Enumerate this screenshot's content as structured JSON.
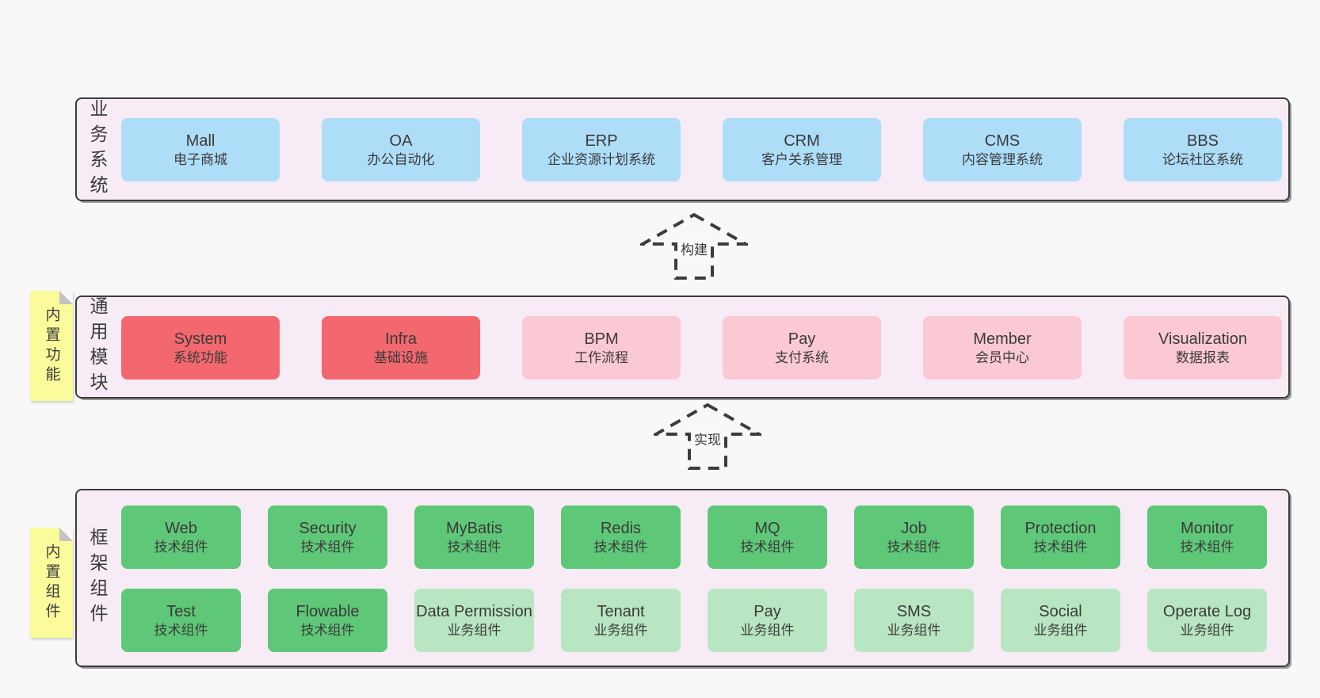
{
  "colors": {
    "page_bg": "#f8f8f8",
    "layer_bg": "#f7ecf5",
    "layer_border": "#3c3c3c",
    "blue_box": "#aeddf8",
    "red_box": "#f3686e",
    "pink_box": "#fbc9d3",
    "green_box": "#5fc878",
    "light_green_box": "#b9e6c2",
    "sticky_bg": "#fbfb9c",
    "text": "#3a3a3a"
  },
  "layers": [
    {
      "label": "业务系统",
      "boxes": [
        {
          "title": "Mall",
          "subtitle": "电子商城"
        },
        {
          "title": "OA",
          "subtitle": "办公自动化"
        },
        {
          "title": "ERP",
          "subtitle": "企业资源计划系统"
        },
        {
          "title": "CRM",
          "subtitle": "客户关系管理"
        },
        {
          "title": "CMS",
          "subtitle": "内容管理系统"
        },
        {
          "title": "BBS",
          "subtitle": "论坛社区系统"
        }
      ]
    },
    {
      "label": "通用模块",
      "sticky": "内置功能",
      "boxes": [
        {
          "title": "System",
          "subtitle": "系统功能"
        },
        {
          "title": "Infra",
          "subtitle": "基础设施"
        },
        {
          "title": "BPM",
          "subtitle": "工作流程"
        },
        {
          "title": "Pay",
          "subtitle": "支付系统"
        },
        {
          "title": "Member",
          "subtitle": "会员中心"
        },
        {
          "title": "Visualization",
          "subtitle": "数据报表"
        }
      ]
    },
    {
      "label": "框架组件",
      "sticky": "内置组件",
      "rows": [
        [
          {
            "title": "Web",
            "subtitle": "技术组件"
          },
          {
            "title": "Security",
            "subtitle": "技术组件"
          },
          {
            "title": "MyBatis",
            "subtitle": "技术组件"
          },
          {
            "title": "Redis",
            "subtitle": "技术组件"
          },
          {
            "title": "MQ",
            "subtitle": "技术组件"
          },
          {
            "title": "Job",
            "subtitle": "技术组件"
          },
          {
            "title": "Protection",
            "subtitle": "技术组件"
          },
          {
            "title": "Monitor",
            "subtitle": "技术组件"
          }
        ],
        [
          {
            "title": "Test",
            "subtitle": "技术组件"
          },
          {
            "title": "Flowable",
            "subtitle": "技术组件"
          },
          {
            "title": "Data Permission",
            "subtitle": "业务组件"
          },
          {
            "title": "Tenant",
            "subtitle": "业务组件"
          },
          {
            "title": "Pay",
            "subtitle": "业务组件"
          },
          {
            "title": "SMS",
            "subtitle": "业务组件"
          },
          {
            "title": "Social",
            "subtitle": "业务组件"
          },
          {
            "title": "Operate Log",
            "subtitle": "业务组件"
          }
        ]
      ]
    }
  ],
  "arrows": [
    {
      "label": "构建"
    },
    {
      "label": "实现"
    }
  ]
}
